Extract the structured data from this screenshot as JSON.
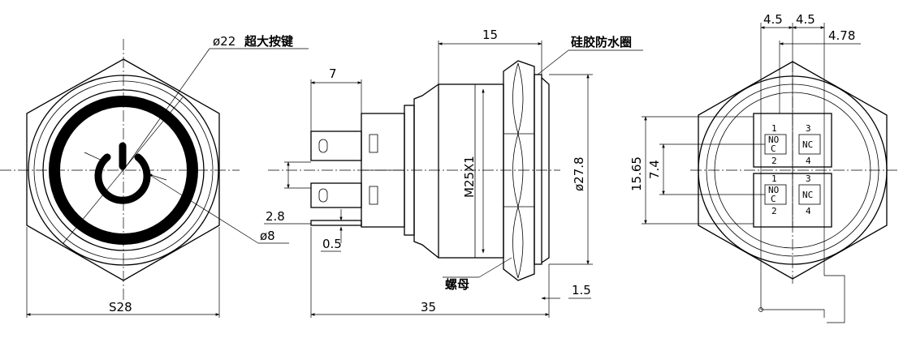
{
  "front_view": {
    "diameter_label": "ø22",
    "button_name": "超大按键",
    "led_diameter_label": "ø8",
    "hex_size_label": "S28"
  },
  "side_view": {
    "length_label": "35",
    "body_length_label": "15",
    "terminal_length_label": "7",
    "thread_label": "M25X1",
    "outer_diameter_label": "ø27.8",
    "pin_width_label": "2.8",
    "pin_thickness_label": "0.5",
    "flange_label": "1.5",
    "gasket_label": "硅胶防水圈",
    "nut_label": "螺母"
  },
  "rear_view": {
    "pitch_left_label": "4.5",
    "pitch_right_label": "4.5",
    "offset_label": "4.78",
    "height_label": "15.65",
    "spacing_label": "7.4",
    "contact_top": {
      "nc": "NC",
      "no": "NO",
      "c": "C",
      "pins": [
        "1",
        "2",
        "3",
        "4"
      ]
    },
    "contact_bottom": {
      "nc": "NC",
      "no": "NO",
      "c": "C",
      "pins": [
        "1",
        "2",
        "3",
        "4"
      ]
    }
  }
}
